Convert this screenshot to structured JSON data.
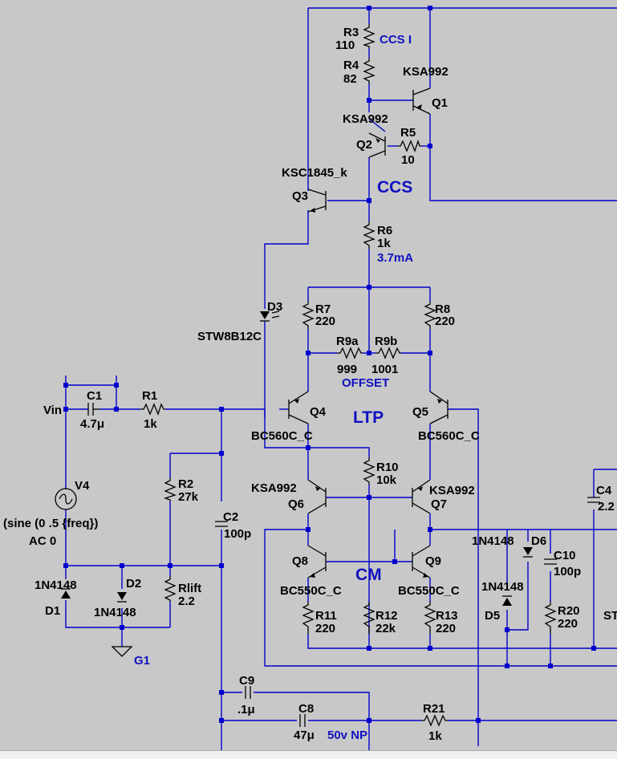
{
  "schematic": {
    "ccs_label": "CCS",
    "ltp_label": "LTP",
    "cm_label": "CM",
    "ccs_i_label": "CCS I",
    "current_label": "3.7mA",
    "offset_label": "OFFSET",
    "input_net": "Vin",
    "ground_net": "G1",
    "source_value": "(sine (0 .5 {freq})",
    "source_ac": "AC 0",
    "c8_note": "50v NP",
    "components": {
      "R3": {
        "name": "R3",
        "value": "110"
      },
      "R4": {
        "name": "R4",
        "value": "82"
      },
      "R5": {
        "name": "R5",
        "value": "10"
      },
      "R6": {
        "name": "R6",
        "value": "1k"
      },
      "R7": {
        "name": "R7",
        "value": "220"
      },
      "R8": {
        "name": "R8",
        "value": "220"
      },
      "R9a": {
        "name": "R9a",
        "value": "999"
      },
      "R9b": {
        "name": "R9b",
        "value": "1001"
      },
      "R10": {
        "name": "R10",
        "value": "10k"
      },
      "R11": {
        "name": "R11",
        "value": "220"
      },
      "R12": {
        "name": "R12",
        "value": "22k"
      },
      "R13": {
        "name": "R13",
        "value": "220"
      },
      "R1": {
        "name": "R1",
        "value": "1k"
      },
      "R2": {
        "name": "R2",
        "value": "27k"
      },
      "Rlift": {
        "name": "Rlift",
        "value": "2.2"
      },
      "R20": {
        "name": "R20",
        "value": "220"
      },
      "R21": {
        "name": "R21",
        "value": "1k"
      },
      "C1": {
        "name": "C1",
        "value": "4.7μ"
      },
      "C2": {
        "name": "C2",
        "value": "100p"
      },
      "C4": {
        "name": "C4",
        "value": "2.2"
      },
      "C8": {
        "name": "C8",
        "value": "47μ"
      },
      "C9": {
        "name": "C9",
        "value": ".1μ"
      },
      "C10": {
        "name": "C10",
        "value": "100p"
      },
      "Q1": {
        "name": "Q1",
        "part": "KSA992"
      },
      "Q2": {
        "name": "Q2",
        "part": "KSA992"
      },
      "Q3": {
        "name": "Q3",
        "part": "KSC1845_k"
      },
      "Q4": {
        "name": "Q4",
        "part": "BC560C_C"
      },
      "Q5": {
        "name": "Q5",
        "part": "BC560C_C"
      },
      "Q6": {
        "name": "Q6",
        "part": "KSA992"
      },
      "Q7": {
        "name": "Q7",
        "part": "KSA992"
      },
      "Q8": {
        "name": "Q8",
        "part": "BC550C_C"
      },
      "Q9": {
        "name": "Q9",
        "part": "BC550C_C"
      },
      "D1": {
        "name": "D1",
        "part": "1N4148"
      },
      "D2": {
        "name": "D2",
        "part": "1N4148"
      },
      "D3": {
        "name": "D3",
        "part": "STW8B12C"
      },
      "D5": {
        "name": "D5",
        "part": "1N4148"
      },
      "D6": {
        "name": "D6",
        "part": "1N4148"
      },
      "V4": {
        "name": "V4"
      },
      "cut_label": "ST"
    }
  },
  "colors": {
    "wire": "#0000cc",
    "background": "#c8c8c8",
    "net_label": "#1010c0",
    "component": "#000000"
  }
}
